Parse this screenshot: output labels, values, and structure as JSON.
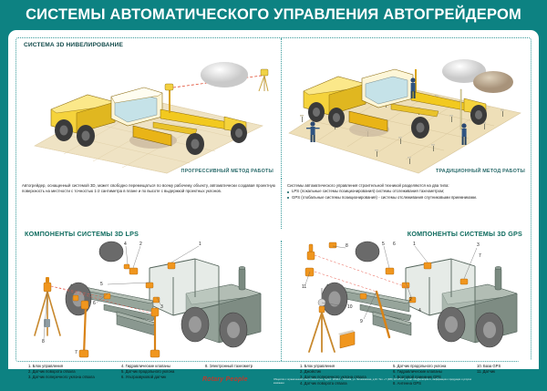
{
  "poster": {
    "title": "СИСТЕМЫ АВТОМАТИЧЕСКОГО УПРАВЛЕНИЯ АВТОГРЕЙДЕРОМ",
    "background_color": "#0d8282",
    "card_color": "#ffffff",
    "accent_color": "#0e6b5e"
  },
  "top": {
    "panel_label": "СИСТЕМА 3D НИВЕЛИРОВАНИЕ",
    "left_method": "ПРОГРЕССИВНЫЙ МЕТОД РАБОТЫ",
    "right_method": "ТРАДИЦИОННЫЙ МЕТОД РАБОТЫ"
  },
  "description": {
    "left_text": "Автогрейдер, оснащенный системой 3D, может свободно перемещаться по всему рабочему объекту, автоматически создавая проектную поверхность на местности с точностью 1-2 сантиметра в плане и по высоте с выдержкой проектных уклонов.",
    "right_intro": "Системы автоматического управления строительной техникой разделяются на два типа:",
    "right_bullets": [
      "LPS (локальные системы позиционирования) системы отслеживания тахеометром;",
      "GPS (глобальные системы позиционирования) - системы отслеживания спутниковыми приемниками."
    ]
  },
  "sections": {
    "lps_title": "КОМПОНЕНТЫ СИСТЕМЫ 3D LPS",
    "gps_title": "КОМПОНЕНТЫ СИСТЕМЫ 3D GPS"
  },
  "lps_legend": {
    "col1": [
      "1. Блок управления",
      "2. Датчик поворота отвала",
      "3. Датчик поперечного уклона отвала"
    ],
    "col2": [
      "4. Гидравлические клапаны",
      "5. Датчик продольного уклона",
      "6. Ультразвуковой датчик"
    ],
    "col3": [
      "8. Электронный тахеометр"
    ]
  },
  "gps_legend": {
    "col1": [
      "1. Блок управления",
      "2. Джойстик",
      "3. Датчик поперечного уклона отвала",
      "4. Датчик поворота отвала"
    ],
    "col2": [
      "5. Датчик продольного уклона",
      "6. Гидравлические клапаны",
      "7. Бортовой приемник GPS",
      "8. Антенна GPS"
    ],
    "col3": [
      "10. База GPS",
      "11. Датчик"
    ]
  },
  "callouts": {
    "lps": [
      "1",
      "2",
      "3",
      "4",
      "5",
      "6",
      "7",
      "8"
    ],
    "gps": [
      "1",
      "2",
      "3",
      "4",
      "5",
      "6",
      "7",
      "8",
      "9",
      "10",
      "11"
    ]
  },
  "footer": {
    "brand": "Rotary People",
    "fine_print": "Общество с ограниченной ответственностью. Адрес: 115114, г. Москва, ул. Летниковская, д.10. Тел. +7 (495) 123-45-67, e-mail: info@example.ru, информация о продукции и услугах компании."
  }
}
